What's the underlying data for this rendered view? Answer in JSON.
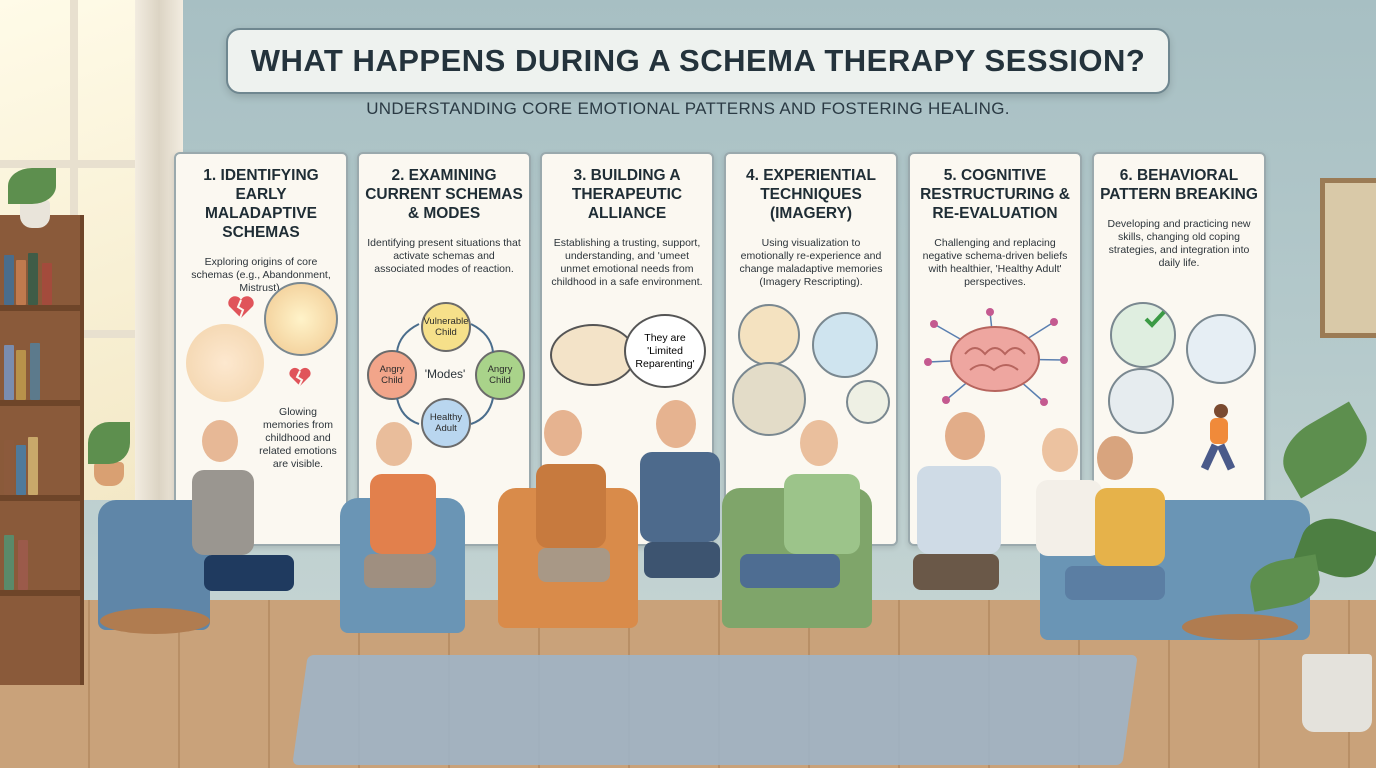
{
  "title": "WHAT HAPPENS DURING A SCHEMA THERAPY SESSION?",
  "subtitle": "UNDERSTANDING CORE EMOTIONAL PATTERNS AND FOSTERING HEALING.",
  "panels": [
    {
      "heading": "1. IDENTIFYING EARLY MALADAPTIVE SCHEMAS",
      "body": "Exploring origins of core schemas (e.g., Abandonment, Mistrust).",
      "note": "Glowing memories from childhood and related emotions are visible."
    },
    {
      "heading": "2. EXAMINING CURRENT SCHEMAS & MODES",
      "body": "Identifying present situations that activate schemas and associated modes of reaction.",
      "modes_center": "'Modes'",
      "nodes": [
        "Vulnerable Child",
        "Angry Child",
        "Angry Child",
        "Healthy Adult"
      ]
    },
    {
      "heading": "3. BUILDING A THERAPEUTIC ALLIANCE",
      "body": "Establishing a trusting, support, understanding, and 'umeet unmet emotional needs from childhood in a safe environment.",
      "bubble": "They are 'Limited Reparenting'"
    },
    {
      "heading": "4. EXPERIENTIAL TECHNIQUES (IMAGERY)",
      "body": "Using visualization to emotionally re-experience and change maladaptive memories (Imagery Rescripting)."
    },
    {
      "heading": "5. COGNITIVE RESTRUCTURING & RE-EVALUATION",
      "body": "Challenging and replacing negative schema-driven beliefs with healthier, 'Healthy Adult' perspectives."
    },
    {
      "heading": "6. BEHAVIORAL PATTERN BREAKING",
      "body": "Developing and practicing new skills, changing old coping strategies, and integration into daily life."
    }
  ],
  "icons": {
    "brain": "brain-icon",
    "checkmark": "check-icon",
    "broken_heart": "broken-heart-icon"
  },
  "colors": {
    "panel_bg": "#fbf8f1",
    "wall": "#a9c0c4",
    "title_text": "#24333c",
    "node_vulnerable": "#f6e08a",
    "node_angry_red": "#f2a58a",
    "node_angry_green": "#a9d38a",
    "node_healthy": "#b9d6ef"
  }
}
